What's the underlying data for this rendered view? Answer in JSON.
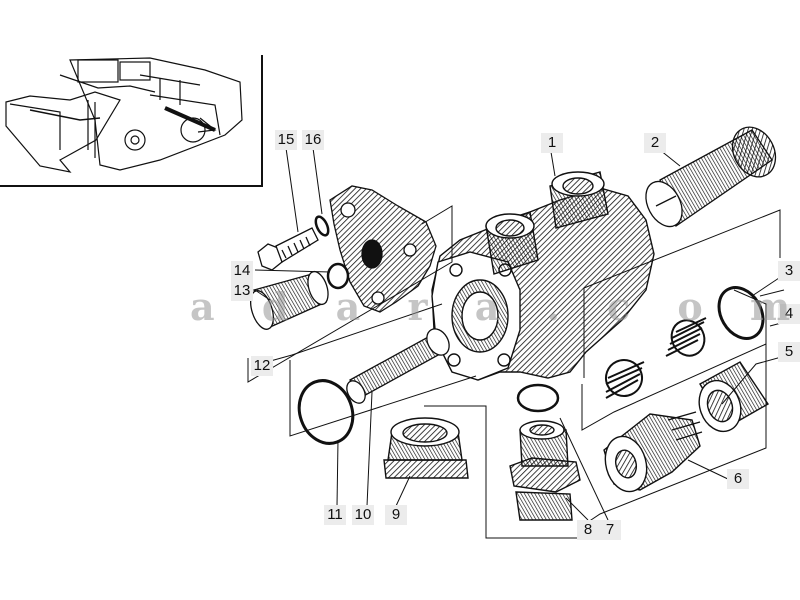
{
  "diagram": {
    "line_color": "#111111",
    "callout_bg": "#ececec",
    "callouts": [
      "1",
      "2",
      "3",
      "4",
      "5",
      "6",
      "7",
      "8",
      "9",
      "10",
      "11",
      "12",
      "13",
      "14",
      "15",
      "16"
    ],
    "watermark": "a d a r a . c o m . u a"
  }
}
